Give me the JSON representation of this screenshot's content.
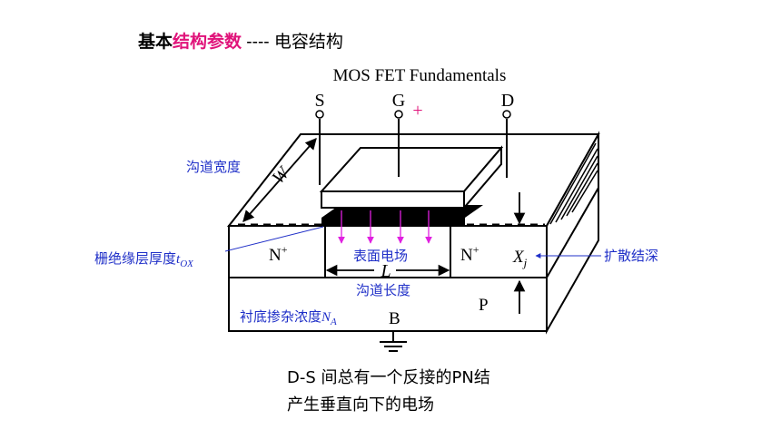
{
  "slide": {
    "title_part1": "基本",
    "title_part2": "结构参数",
    "title_part3": " ---- ",
    "title_part4": "电容结构",
    "caption_line1": "D-S 间总有一个反接的PN结",
    "caption_line2": "产生垂直向下的电场"
  },
  "diagram": {
    "heading": "MOS FET Fundamentals",
    "terminal_source": "S",
    "terminal_gate": "G",
    "terminal_drain": "D",
    "gate_polarity": "+",
    "body_terminal": "B",
    "width_symbol": "W",
    "length_symbol": "L",
    "source_region": "N+",
    "drain_region": "N+",
    "substrate_type": "P",
    "junction_depth_symbol": "Xj",
    "label_channel_width": "沟道宽度",
    "label_oxide_thickness": "栅绝缘层厚度tOX",
    "label_surface_field": "表面电场",
    "label_channel_length": "沟道长度",
    "label_substrate_doping": "衬底掺杂浓度NA",
    "label_junction_depth": "扩散结深",
    "colors": {
      "label_blue": "#2030c8",
      "accent_magenta": "#e0137a",
      "field_arrow": "#e020e0"
    }
  }
}
